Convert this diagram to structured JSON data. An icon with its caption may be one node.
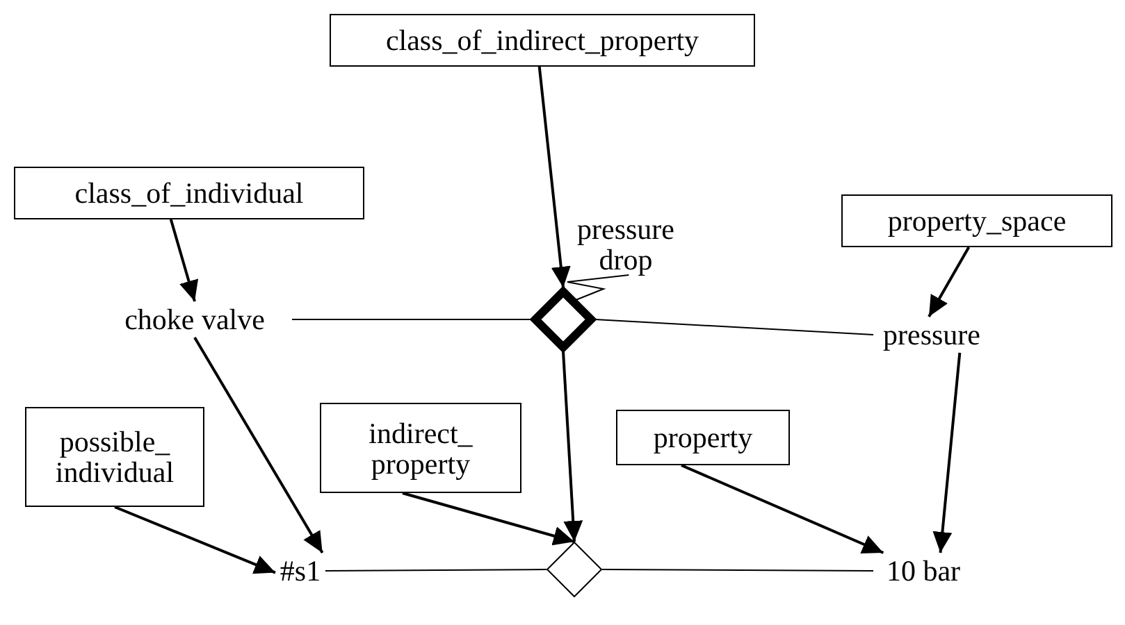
{
  "diagram": {
    "nodes": [
      {
        "text": [
          "class_of_indirect_property"
        ]
      },
      {
        "text": [
          "class_of_individual"
        ]
      },
      {
        "text": [
          "pressure drop"
        ]
      },
      {
        "text": [
          "property_space"
        ]
      },
      {
        "text": [
          "choke valve"
        ]
      },
      {
        "text": [],
        "shape": "diamond"
      },
      {
        "text": [
          "pressure"
        ]
      },
      {
        "text": [
          "possible_ individual"
        ]
      },
      {
        "text": [
          "indirect_ property"
        ]
      },
      {
        "text": [
          "property"
        ]
      },
      {
        "text": [
          "#s1"
        ]
      },
      {
        "text": [],
        "shape": "diamond"
      },
      {
        "text": [
          "10 bar"
        ]
      }
    ],
    "edges": [
      {
        "from": 0,
        "to": 5,
        "arrow": "to"
      },
      {
        "from": 1,
        "to": 4,
        "arrow": "to"
      },
      {
        "from": 3,
        "to": 6,
        "arrow": "to"
      },
      {
        "from": 2,
        "to": 5,
        "arrow": "none"
      },
      {
        "from": 4,
        "to": 5,
        "arrow": "none"
      },
      {
        "from": 5,
        "to": 6,
        "arrow": "none"
      },
      {
        "from": 4,
        "to": 10,
        "arrow": "to"
      },
      {
        "from": 5,
        "to": 11,
        "arrow": "to"
      },
      {
        "from": 7,
        "to": 10,
        "arrow": "to"
      },
      {
        "from": 8,
        "to": 11,
        "arrow": "to"
      },
      {
        "from": 9,
        "to": 12,
        "arrow": "to"
      },
      {
        "from": 6,
        "to": 12,
        "arrow": "to"
      },
      {
        "from": 10,
        "to": 11,
        "arrow": "none"
      },
      {
        "from": 11,
        "to": 12,
        "arrow": "none"
      }
    ]
  }
}
